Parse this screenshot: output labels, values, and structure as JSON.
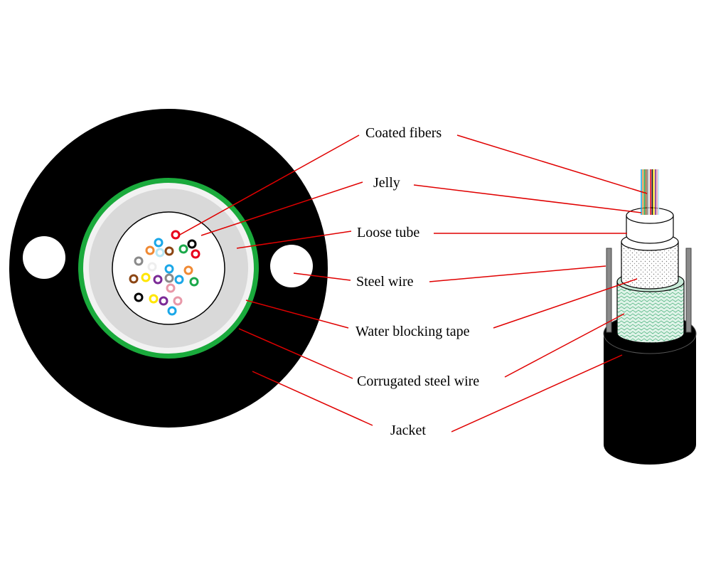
{
  "labels": {
    "coated_fibers": "Coated fibers",
    "jelly": "Jelly",
    "loose_tube": "Loose tube",
    "steel_wire": "Steel wire",
    "water_blocking_tape": "Water blocking tape",
    "corrugated_steel_wire": "Corrugated steel wire",
    "jacket": "Jacket"
  },
  "colors": {
    "jacket": "#000000",
    "corrugated_steel": "#1aaa3c",
    "water_blocking_tape": "#f2f2f2",
    "jelly": "#d9d9d9",
    "loose_tube": "#ffffff",
    "leader_line": "#e00000",
    "steel_wire_rod": "#8a8a8a",
    "water_tape_side": "#c8ead8"
  },
  "fibers": [
    {
      "color": "#e8001c"
    },
    {
      "color": "#1aa7e8"
    },
    {
      "color": "#000000"
    },
    {
      "color": "#f08a34"
    },
    {
      "color": "#b7e7f5"
    },
    {
      "color": "#8b4513"
    },
    {
      "color": "#1aa84a"
    },
    {
      "color": "#e8001c"
    },
    {
      "color": "#8a8a8a"
    },
    {
      "color": "#ffffff"
    },
    {
      "color": "#1aa7e8"
    },
    {
      "color": "#f08a34"
    },
    {
      "color": "#8b4513"
    },
    {
      "color": "#ffe600"
    },
    {
      "color": "#7b2a96"
    },
    {
      "color": "#8a8a8a"
    },
    {
      "color": "#e898a8"
    },
    {
      "color": "#1aa7e8"
    },
    {
      "color": "#1aa84a"
    },
    {
      "color": "#000000"
    },
    {
      "color": "#ffe600"
    },
    {
      "color": "#7b2a96"
    },
    {
      "color": "#e898a8"
    },
    {
      "color": "#1aa7e8"
    }
  ],
  "fiber_strand_colors": [
    "#1aa7e8",
    "#f08a34",
    "#1aa84a",
    "#8b4513",
    "#8a8a8a",
    "#ffffff",
    "#e8001c",
    "#000000",
    "#ffe600",
    "#7b2a96",
    "#e898a8",
    "#b7e7f5"
  ]
}
